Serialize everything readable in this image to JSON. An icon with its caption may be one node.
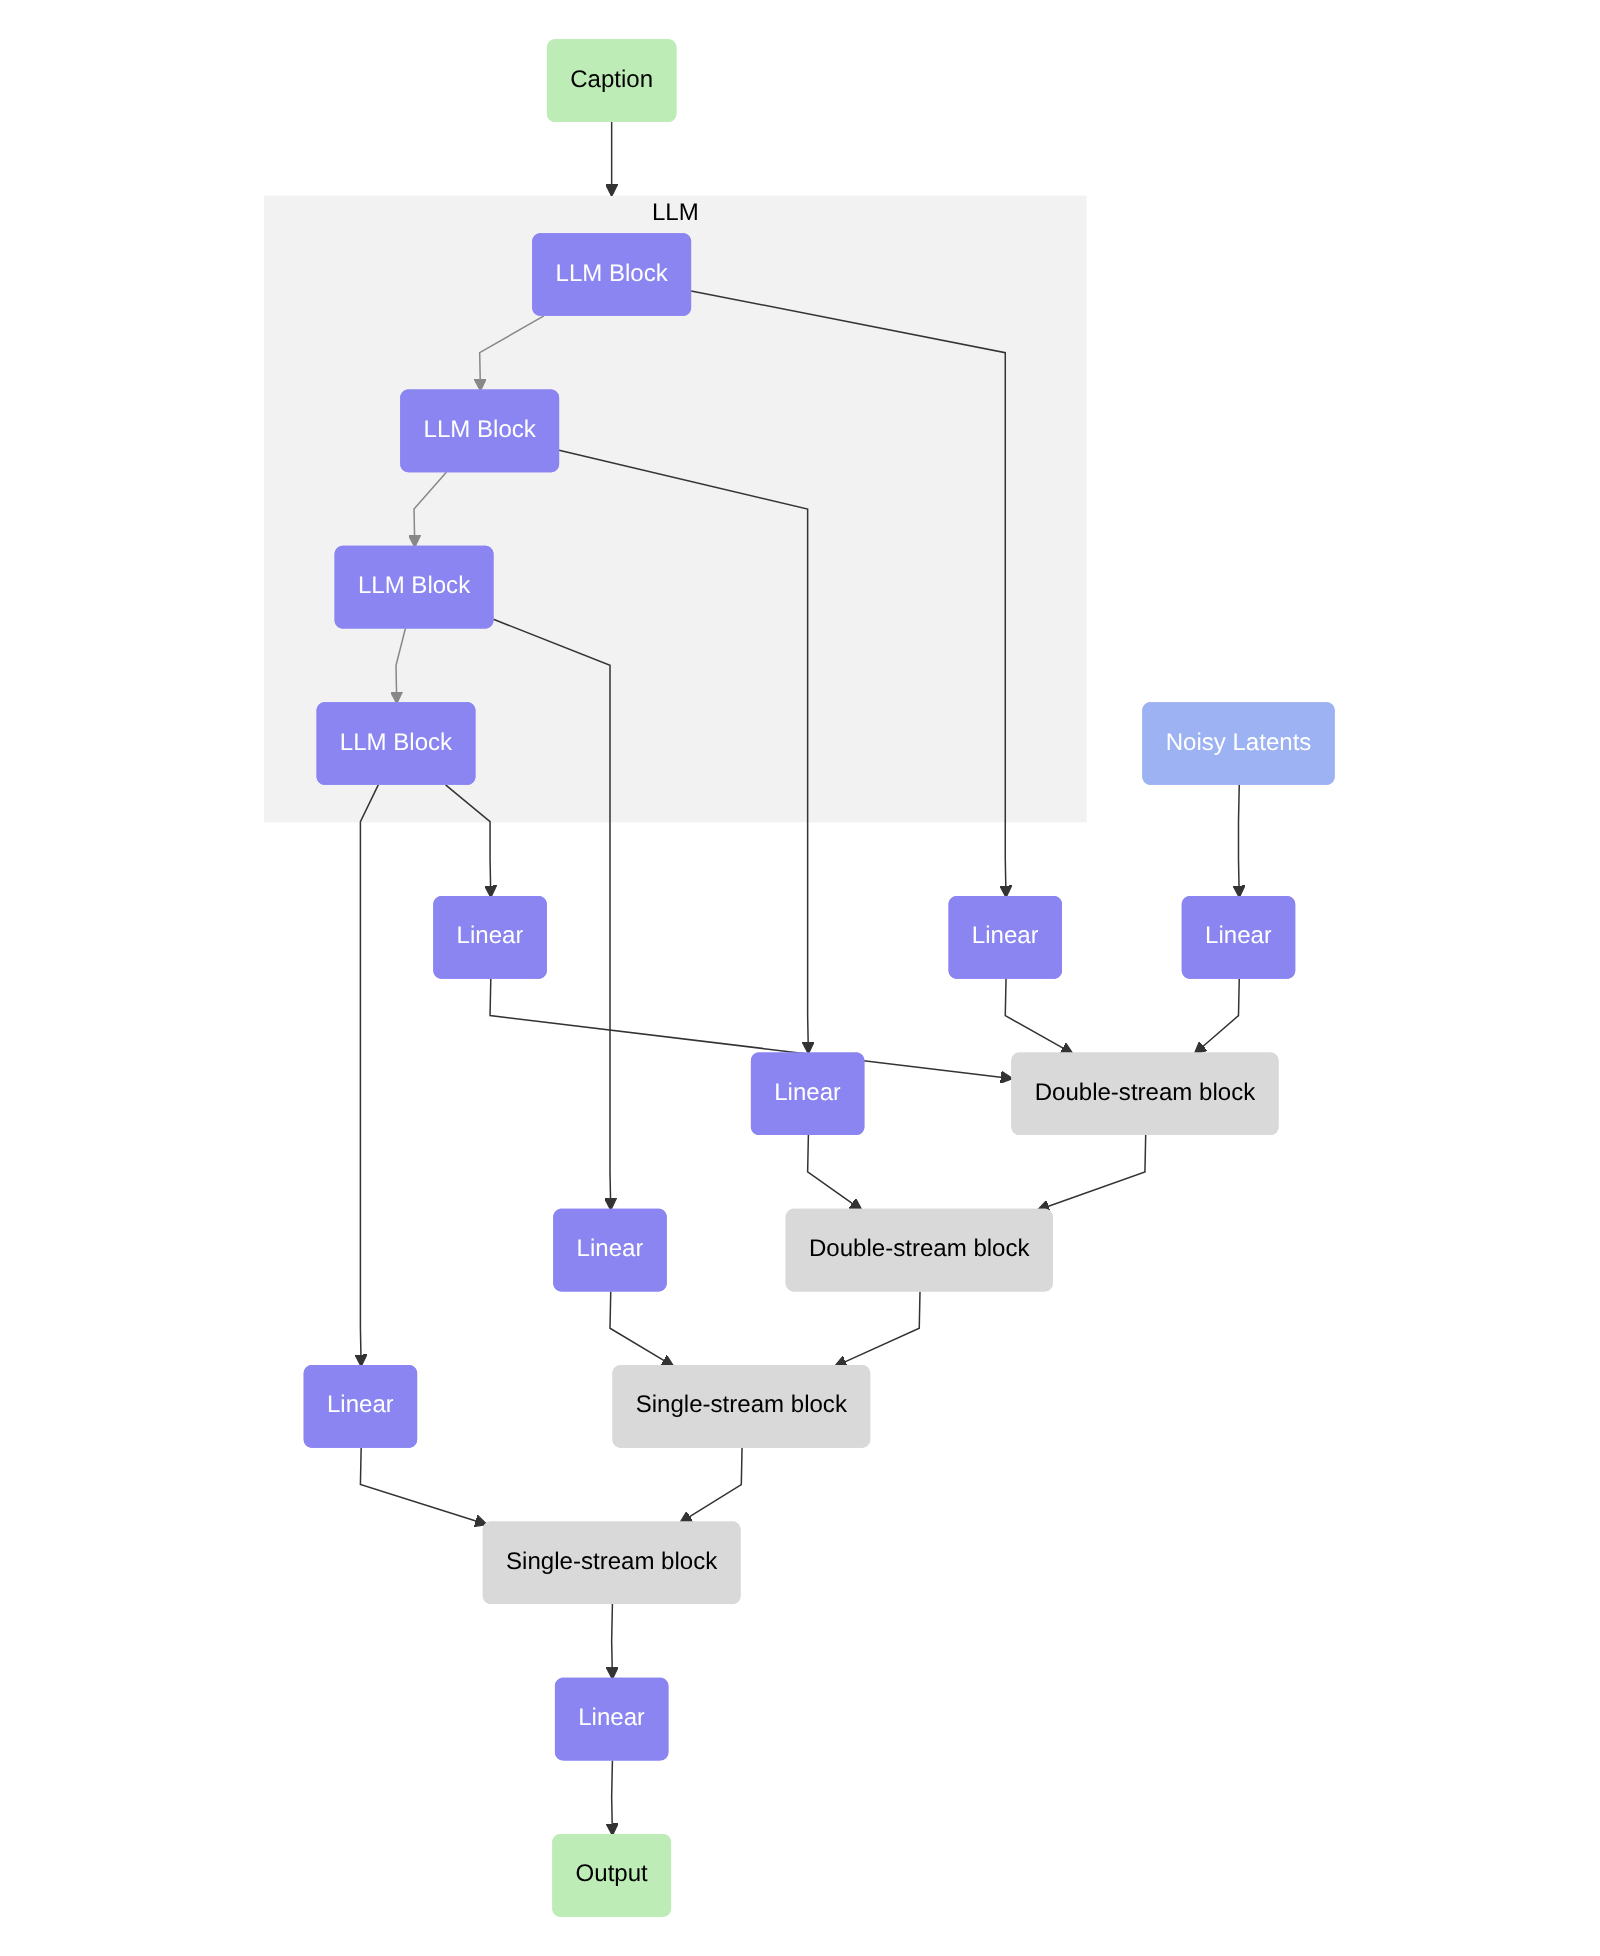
{
  "diagram": {
    "nodes": [
      {
        "text": [
          "Caption"
        ]
      },
      {
        "text": [
          "LLM"
        ]
      },
      {
        "text": [
          "LLM Block"
        ],
        "in": 1
      },
      {
        "text": [
          "LLM Block"
        ],
        "in": 1
      },
      {
        "text": [
          "LLM Block"
        ],
        "in": 1
      },
      {
        "text": [
          "LLM Block"
        ],
        "in": 1
      },
      {
        "text": [
          "Linear"
        ]
      },
      {
        "text": [
          "Linear"
        ]
      },
      {
        "text": [
          "Linear"
        ]
      },
      {
        "text": [
          "Linear"
        ]
      },
      {
        "text": [
          "Linear"
        ]
      },
      {
        "text": [
          "Noisy Latents"
        ]
      },
      {
        "text": [
          "Linear"
        ]
      },
      {
        "text": [
          "Double-stream block"
        ]
      },
      {
        "text": [
          "Double-stream block"
        ]
      },
      {
        "text": [
          "Single-stream block"
        ]
      },
      {
        "text": [
          "Single-stream block"
        ]
      },
      {
        "text": [
          "Linear"
        ]
      },
      {
        "text": [
          "Output"
        ]
      }
    ],
    "edges": [
      {
        "from": 0,
        "to": 1,
        "arrow": "to"
      },
      {
        "from": 2,
        "to": 3,
        "arrow": "to",
        "color": "#888888"
      },
      {
        "from": 3,
        "to": 4,
        "arrow": "to",
        "color": "#888888"
      },
      {
        "from": 4,
        "to": 5,
        "arrow": "to",
        "color": "#888888"
      },
      {
        "from": 2,
        "to": 6,
        "arrow": "to"
      },
      {
        "from": 3,
        "to": 7,
        "arrow": "to"
      },
      {
        "from": 4,
        "to": 8,
        "arrow": "to"
      },
      {
        "from": 5,
        "to": 9,
        "arrow": "to"
      },
      {
        "from": 5,
        "to": 10,
        "arrow": "to"
      },
      {
        "from": 11,
        "to": 12,
        "arrow": "to"
      },
      {
        "from": 10,
        "to": 13,
        "arrow": "to"
      },
      {
        "from": 12,
        "to": 13,
        "arrow": "to"
      },
      {
        "from": 6,
        "to": 13,
        "arrow": "to"
      },
      {
        "from": 13,
        "to": 14,
        "arrow": "to"
      },
      {
        "from": 7,
        "to": 14,
        "arrow": "to"
      },
      {
        "from": 14,
        "to": 15,
        "arrow": "to"
      },
      {
        "from": 8,
        "to": 15,
        "arrow": "to"
      },
      {
        "from": 15,
        "to": 16,
        "arrow": "to"
      },
      {
        "from": 9,
        "to": 16,
        "arrow": "to"
      },
      {
        "from": 16,
        "to": 17,
        "arrow": "to"
      },
      {
        "from": 17,
        "to": 18,
        "arrow": "to"
      }
    ]
  }
}
